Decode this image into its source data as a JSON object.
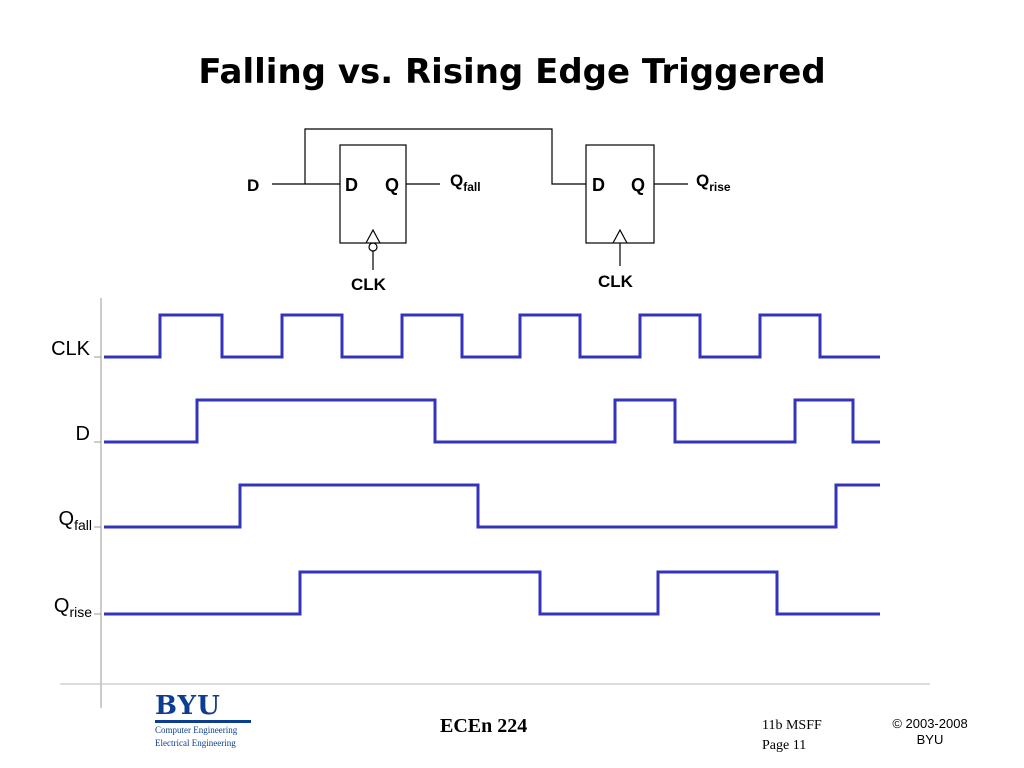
{
  "title": "Falling vs. Rising Edge Triggered",
  "circuit": {
    "input_label": "D",
    "ff1": {
      "d_label": "D",
      "q_label": "Q",
      "clk_label": "CLK",
      "output_main": "Q",
      "output_sub": "fall",
      "edge": "falling"
    },
    "ff2": {
      "d_label": "D",
      "q_label": "Q",
      "clk_label": "CLK",
      "output_main": "Q",
      "output_sub": "rise",
      "edge": "rising"
    }
  },
  "timing": {
    "signals": [
      {
        "name": "CLK",
        "sub": "",
        "start": 0,
        "transitions": [
          160,
          222,
          282,
          342,
          402,
          462,
          520,
          580,
          640,
          700,
          760,
          820
        ]
      },
      {
        "name": "D",
        "sub": "",
        "start": 0,
        "transitions": [
          197,
          435,
          615,
          675,
          795,
          853
        ]
      },
      {
        "name": "Q",
        "sub": "fall",
        "start": 0,
        "transitions": [
          240,
          478,
          836
        ]
      },
      {
        "name": "Q",
        "sub": "rise",
        "start": 0,
        "transitions": [
          300,
          540,
          658,
          777
        ]
      }
    ],
    "wave_color": "#3333bb"
  },
  "footer": {
    "logo_text": "BYU",
    "logo_sub1": "Computer Engineering",
    "logo_sub2": "Electrical Engineering",
    "course": "ECEn 224",
    "page_line1": "11b MSFF",
    "page_line2": "Page 11",
    "copyright_line1": "© 2003-2008",
    "copyright_line2": "BYU"
  }
}
